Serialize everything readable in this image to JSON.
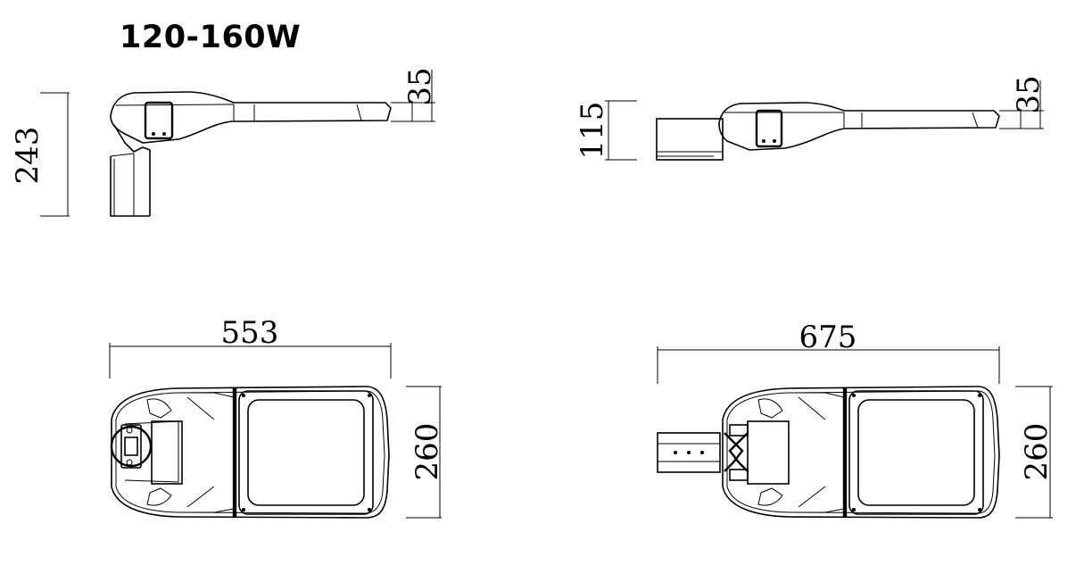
{
  "title": "120-160W",
  "views": {
    "side_mount": {
      "height_dim": "243",
      "thickness_dim": "35"
    },
    "side_entry": {
      "height_dim": "115",
      "thickness_dim": "35"
    },
    "bottom_mount": {
      "length_dim": "553",
      "width_dim": "260"
    },
    "bottom_entry": {
      "length_dim": "675",
      "width_dim": "260"
    }
  }
}
